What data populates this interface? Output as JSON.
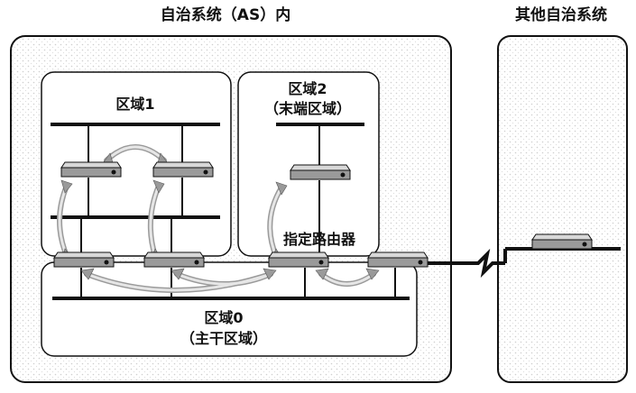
{
  "as_title": "自治系统（AS）内",
  "other_as_title": "其他自治系统",
  "area1": {
    "label": "区域1"
  },
  "area2": {
    "label": "区域2",
    "sublabel": "（末端区域）"
  },
  "area0": {
    "label": "区域0",
    "sublabel": "（主干区域）"
  },
  "designated_router_label": "指定路由器",
  "colors": {
    "line": "#111111",
    "box_fill": "#ffffff",
    "router_top": "#d8d8d8",
    "router_side": "#9a9a9a",
    "arrow_fill": "#cfcfcf",
    "hatch": "#e4e4e4"
  }
}
